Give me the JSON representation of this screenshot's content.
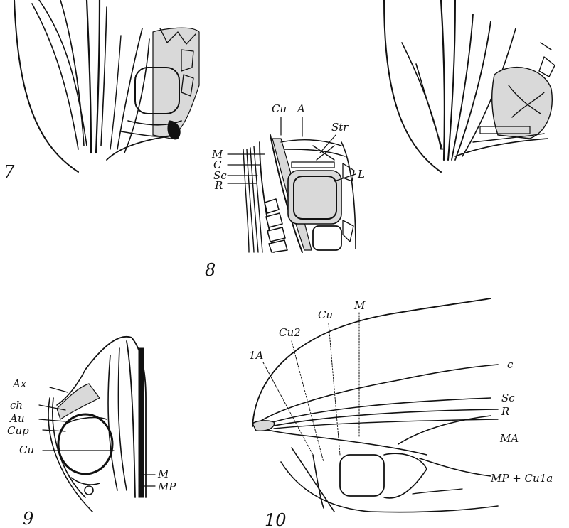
{
  "figures": {
    "fig7": {
      "number": "7"
    },
    "fig8": {
      "number": "8",
      "labels": {
        "cu": "Cu",
        "a": "A",
        "str": "Str",
        "m": "M",
        "c": "C",
        "sc": "Sc",
        "r": "R",
        "l": "L"
      }
    },
    "fig9": {
      "number": "9",
      "labels": {
        "ax": "Ax",
        "ch": "ch",
        "au": "Au",
        "cup": "Cup",
        "cu": "Cu",
        "m": "M",
        "mp": "MP"
      }
    },
    "fig10": {
      "number": "10",
      "labels": {
        "a1": "1A",
        "cu2": "Cu2",
        "cu": "Cu",
        "m": "M",
        "c": "c",
        "sc": "Sc",
        "r": "R",
        "ma": "MA",
        "mpcu": "MP + Cu1a"
      }
    }
  }
}
